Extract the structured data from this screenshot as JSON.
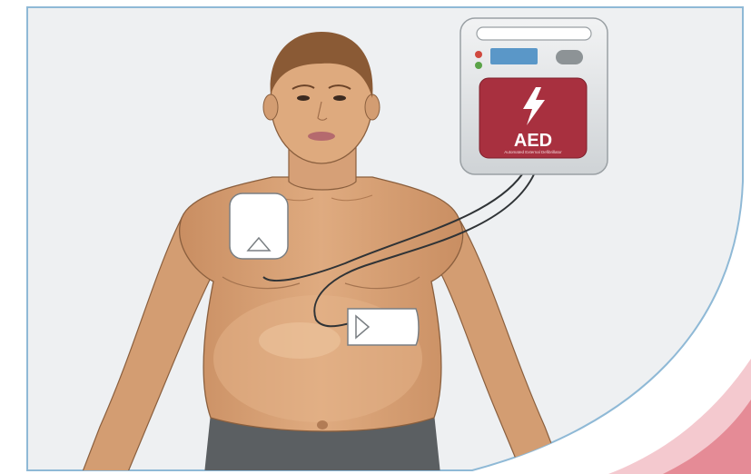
{
  "illustration": {
    "aed_device": {
      "label": "AED",
      "subtitle": "Automated External Defibrillator",
      "icon": "lightning-bolt-icon"
    },
    "pads": [
      {
        "name": "upper-right-chest-pad",
        "icon": "triangle-up-icon"
      },
      {
        "name": "lower-left-side-pad",
        "icon": "triangle-right-icon"
      }
    ],
    "colors": {
      "frame_border": "#8fb9d6",
      "background_panel": "#eef0f2",
      "aed_red": "#a8303f",
      "skin": "#dba67a",
      "hair": "#8a5a35",
      "corner_accent": "#e58b96"
    }
  }
}
